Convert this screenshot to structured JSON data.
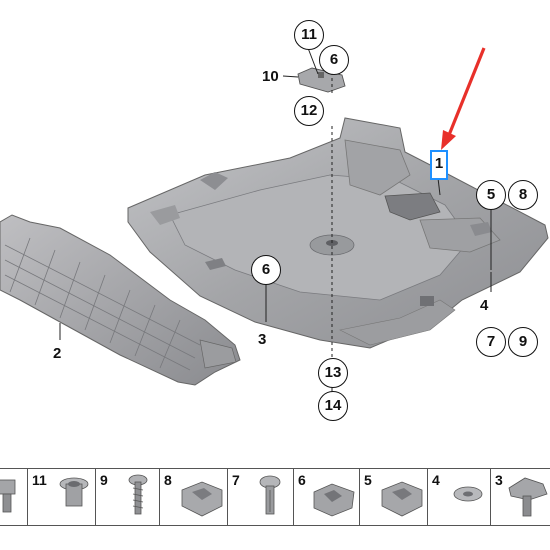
{
  "callouts": {
    "c11_top": "11",
    "c6_top": "6",
    "c10": "10",
    "c12": "12",
    "c1": "1",
    "c5": "5",
    "c8": "8",
    "c6_mid": "6",
    "c2": "2",
    "c3": "3",
    "c4": "4",
    "c7": "7",
    "c9": "9",
    "c13": "13",
    "c14": "14"
  },
  "parts_strip": [
    "",
    "11",
    "9",
    "8",
    "7",
    "6",
    "5",
    "4",
    "3"
  ],
  "colors": {
    "highlight": "#1e90ff",
    "arrow": "#e8302a",
    "part_fill": "#a9aaad",
    "outline": "#111111"
  }
}
